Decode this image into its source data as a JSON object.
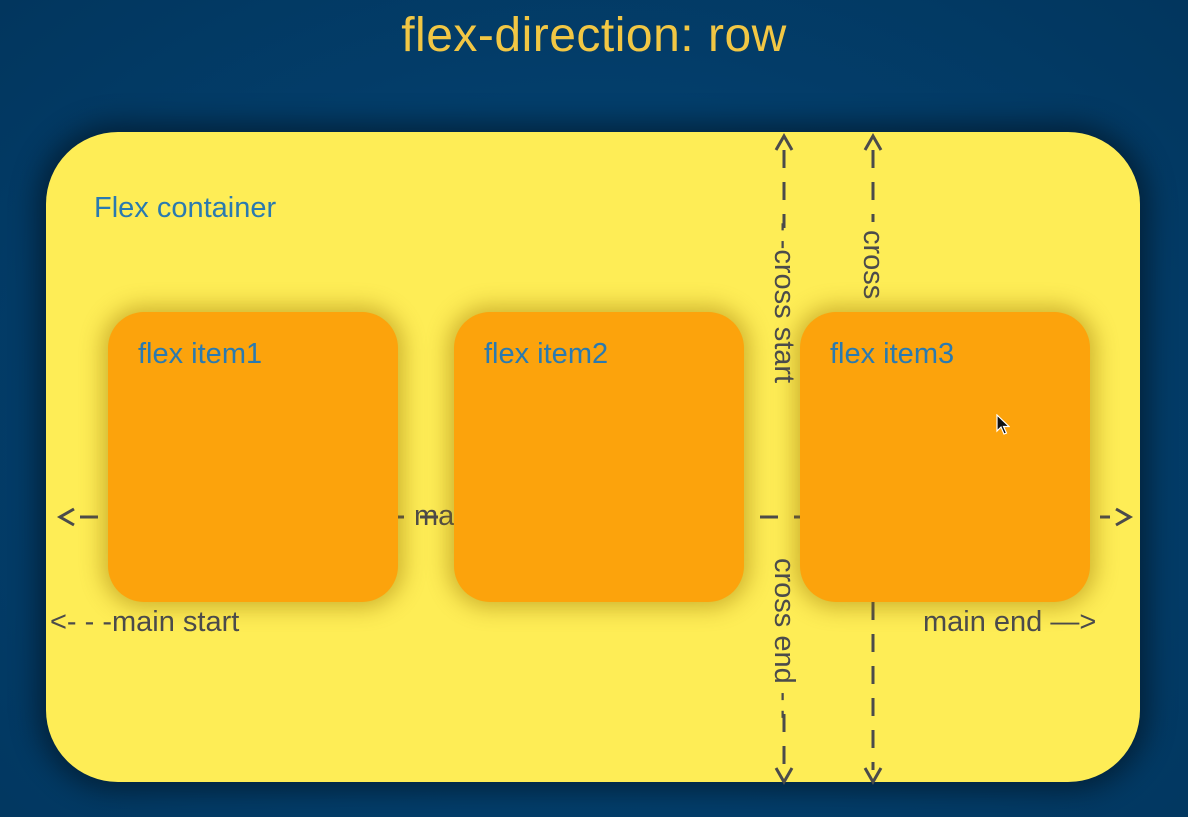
{
  "title": "flex-direction: row",
  "container": {
    "label": "Flex container"
  },
  "items": [
    {
      "label": "flex item1"
    },
    {
      "label": "flex item2"
    },
    {
      "label": "flex item3"
    }
  ],
  "axes": {
    "main_axis_partial": "ma",
    "main_start": "<- - -main start",
    "main_end": "main end —>",
    "cross_start": "- -cross start",
    "cross_start_partial": "cross",
    "cross_end": "cross end - -"
  },
  "colors": {
    "background": "#033e6b",
    "title": "#f2c744",
    "container": "#feed56",
    "item": "#fca30c",
    "label_blue": "#2a7ab0",
    "axis_gray": "#4b4b4b"
  },
  "icons": [
    "mouse-cursor-icon",
    "arrow-left-icon",
    "arrow-right-icon",
    "arrow-up-icon",
    "arrow-down-icon"
  ]
}
